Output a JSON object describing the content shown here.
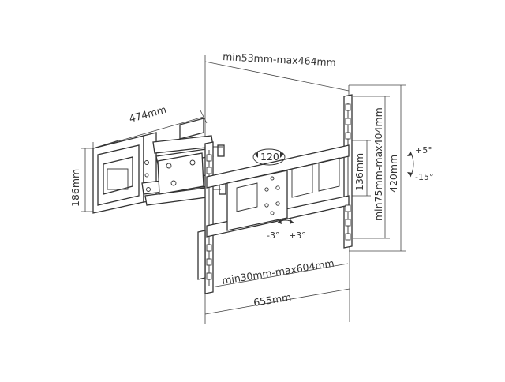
{
  "dimensions": {
    "profile_width": "474mm",
    "wall_plate_height": "186mm",
    "extension_range": "min53mm-max464mm",
    "inner_height": "136mm",
    "vesa_vertical_range": "min75mm-max404mm",
    "bracket_height": "420mm",
    "vesa_horizontal_range": "min30mm-max604mm",
    "bracket_width": "655mm"
  },
  "rotation": {
    "swivel": "120°",
    "rotate_left": "-3°",
    "rotate_right": "+3°",
    "tilt_up": "+5°",
    "tilt_down": "-15°"
  },
  "colors": {
    "line": "#333333",
    "background": "#ffffff"
  }
}
